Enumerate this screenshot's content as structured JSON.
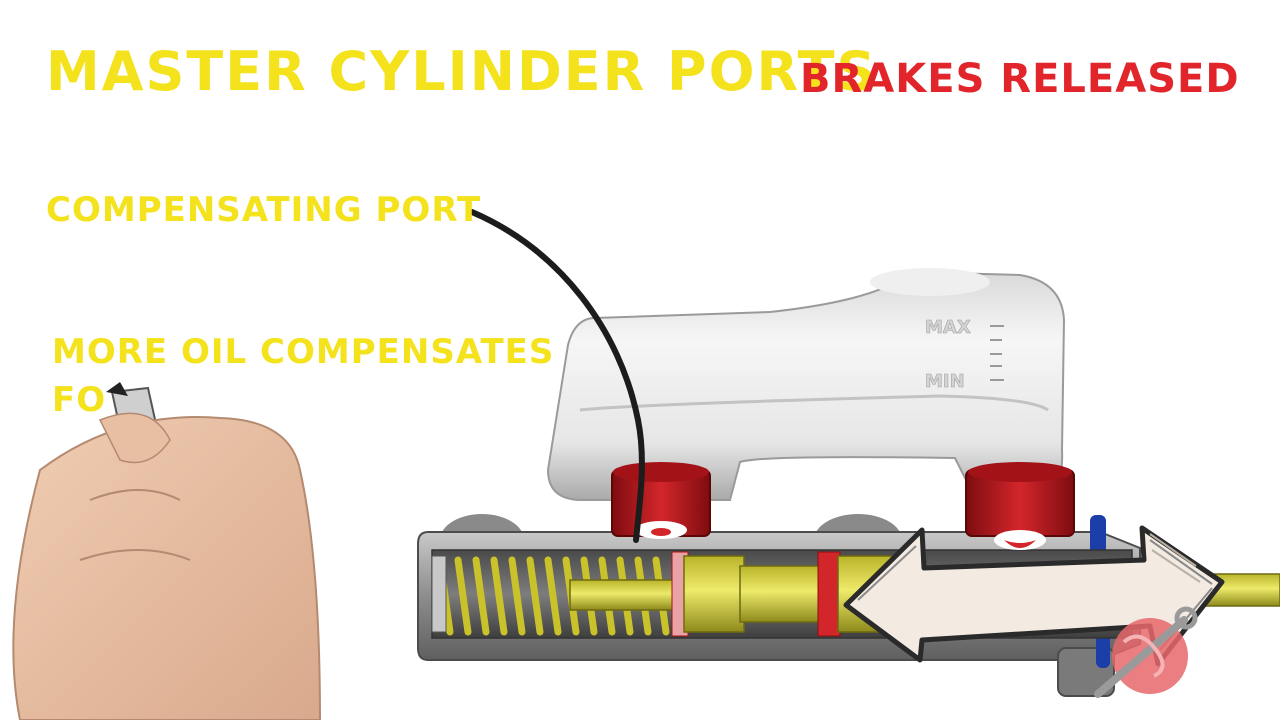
{
  "heading": {
    "title": "MASTER CYLINDER PORTS",
    "state": "BRAKES RELEASED"
  },
  "annotations": {
    "port_label": "COMPENSATING PORT",
    "note_line1": "MORE OIL COMPENSATES",
    "note_line2": "FO"
  },
  "reservoir": {
    "max_mark": "MAX",
    "min_mark": "MIN"
  },
  "icons": [
    "marker-hand-icon",
    "wrench-logo-icon",
    "double-arrow-icon"
  ],
  "colors": {
    "title_yellow": "#f3e21c",
    "state_red": "#e1252b",
    "spring_yellow": "#d8d22a",
    "port_red": "#b8141a"
  }
}
